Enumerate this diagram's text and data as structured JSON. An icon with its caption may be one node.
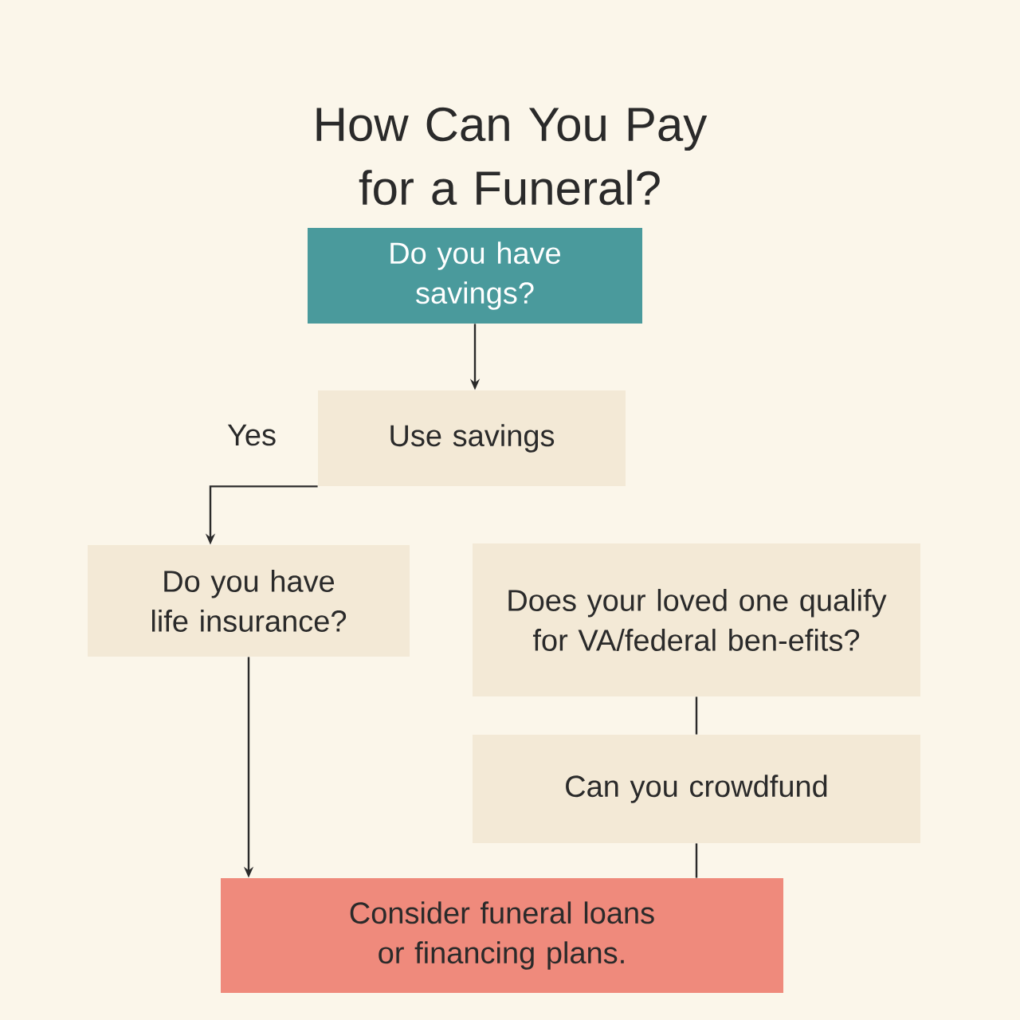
{
  "diagram": {
    "title": "How Can You Pay for a Funeral?",
    "nodes": [
      {
        "text": [
          "Do you have savings?"
        ]
      },
      {
        "text": [
          "Use savings"
        ]
      },
      {
        "text": [
          "Do you have life insurance?"
        ]
      },
      {
        "text": [
          "Does your loved one qualify for VA/federal ben-efits?"
        ]
      },
      {
        "text": [
          "Can you crowdfund"
        ]
      },
      {
        "text": [
          "Consider funeral loans or financing plans."
        ]
      }
    ],
    "edges": [
      {
        "from": 0,
        "to": 1,
        "arrow": "to"
      },
      {
        "from": 1,
        "to": 2,
        "arrow": "to",
        "label": "Yes"
      },
      {
        "from": 2,
        "to": 5,
        "arrow": "to"
      },
      {
        "from": 3,
        "to": 4,
        "arrow": "none"
      },
      {
        "from": 4,
        "to": 5,
        "arrow": "none"
      }
    ]
  }
}
